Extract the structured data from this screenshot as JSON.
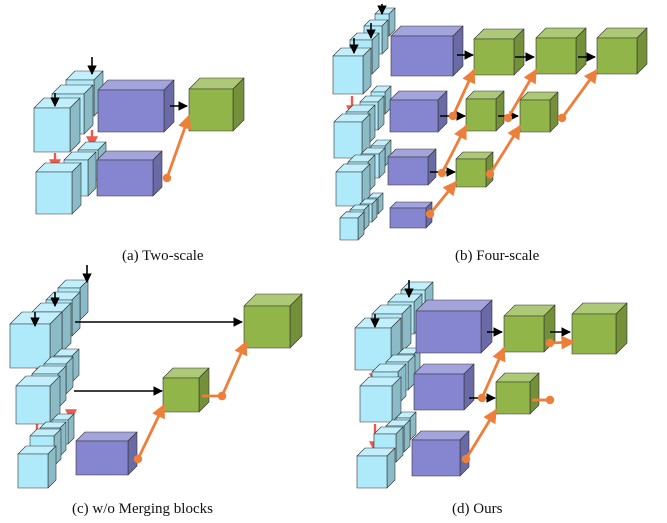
{
  "captions": {
    "a": "(a) Two-scale",
    "b": "(b) Four-scale",
    "c": "(c) w/o Merging blocks",
    "d": "(d) Ours"
  },
  "colors": {
    "cyan_block": "#aeeaf9",
    "purple_block": "#8585d0",
    "green_block": "#91b548",
    "orange_connector": "#ee7f3a",
    "red_arrow": "#ea5a4f",
    "black_arrow": "#000000"
  }
}
